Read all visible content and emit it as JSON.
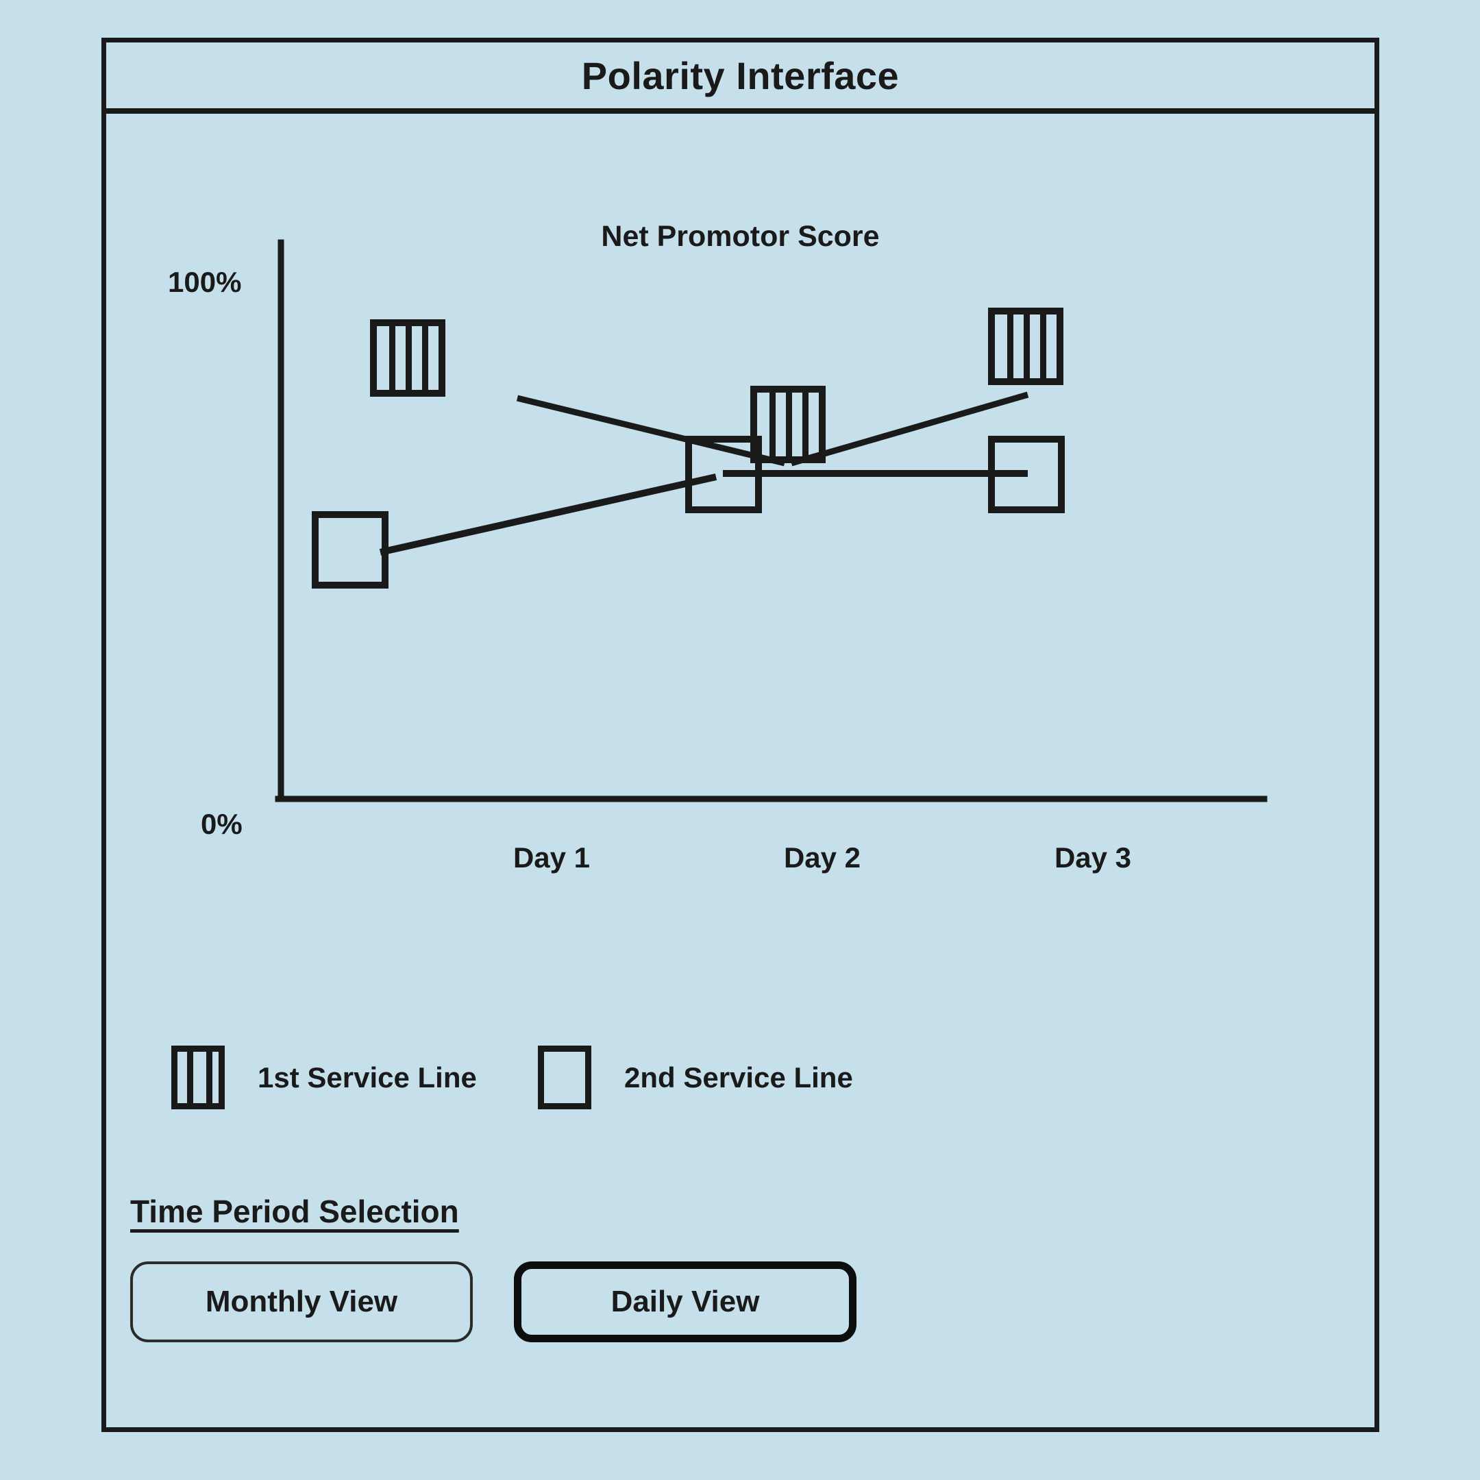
{
  "window": {
    "title": "Polarity Interface",
    "background_color": "#c5e0eb",
    "border_color": "#1a1a1a"
  },
  "chart_data": {
    "type": "line",
    "title": "Net Promotor Score",
    "xlabel": "",
    "ylabel": "",
    "categories": [
      "Day 1",
      "Day 2",
      "Day 3"
    ],
    "ylim": [
      0,
      100
    ],
    "y_tick_labels": [
      "0%",
      "100%"
    ],
    "grid": false,
    "legend_position": "below-plot",
    "series": [
      {
        "name": "1st Service Line",
        "marker": "striped-square",
        "values": [
          81,
          69,
          83
        ]
      },
      {
        "name": "2nd Service Line",
        "marker": "open-square",
        "values": [
          40,
          52,
          52
        ]
      }
    ]
  },
  "legend": {
    "items": [
      {
        "label": "1st Service Line",
        "marker": "striped-square"
      },
      {
        "label": "2nd Service Line",
        "marker": "open-square"
      }
    ]
  },
  "time_period": {
    "section_title": "Time Period Selection",
    "buttons": [
      {
        "label": "Monthly View",
        "state": "inactive"
      },
      {
        "label": "Daily View",
        "state": "active"
      }
    ]
  }
}
